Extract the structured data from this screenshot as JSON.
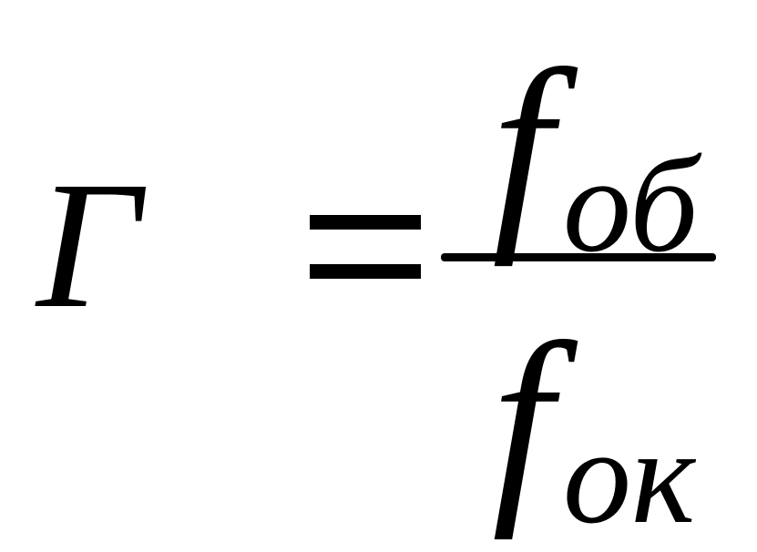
{
  "formula": {
    "lhs": "Г",
    "operator": "=",
    "numerator": {
      "symbol": "f",
      "subscript": "об"
    },
    "denominator": {
      "symbol": "f",
      "subscript": "ок"
    }
  }
}
